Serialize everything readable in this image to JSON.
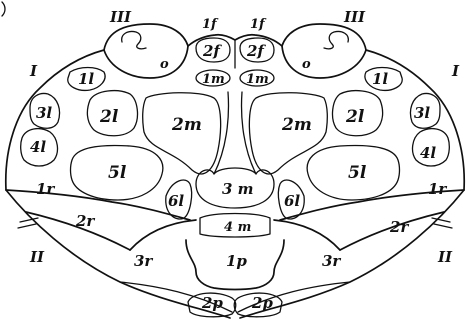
{
  "labels": {
    "III_left": "III",
    "III_right": "III",
    "I_left": "I",
    "I_right": "I",
    "II_left": "II",
    "II_right": "II",
    "f1_left": "1f",
    "f1_right": "1f",
    "f2_left": "2f",
    "f2_right": "2f",
    "m1_left": "1m",
    "m1_right": "1m",
    "o_left": "o",
    "o_right": "o",
    "l1_left": "1l",
    "l1_right": "1l",
    "l2_left": "2l",
    "l2_right": "2l",
    "l3_left": "3l",
    "l3_right": "3l",
    "l4_left": "4l",
    "l4_right": "4l",
    "l5_left": "5l",
    "l5_right": "5l",
    "l6_left": "6l",
    "l6_right": "6l",
    "m2_left": "2m",
    "m2_right": "2m",
    "m3": "3 m",
    "m4": "4 m",
    "r1_left": "1r",
    "r1_right": "1r",
    "r2_left": "2r",
    "r2_right": "2r",
    "r3_left": "3r",
    "r3_right": "3r",
    "p1": "1p",
    "p2_left": "2p",
    "p2_right": "2p"
  }
}
